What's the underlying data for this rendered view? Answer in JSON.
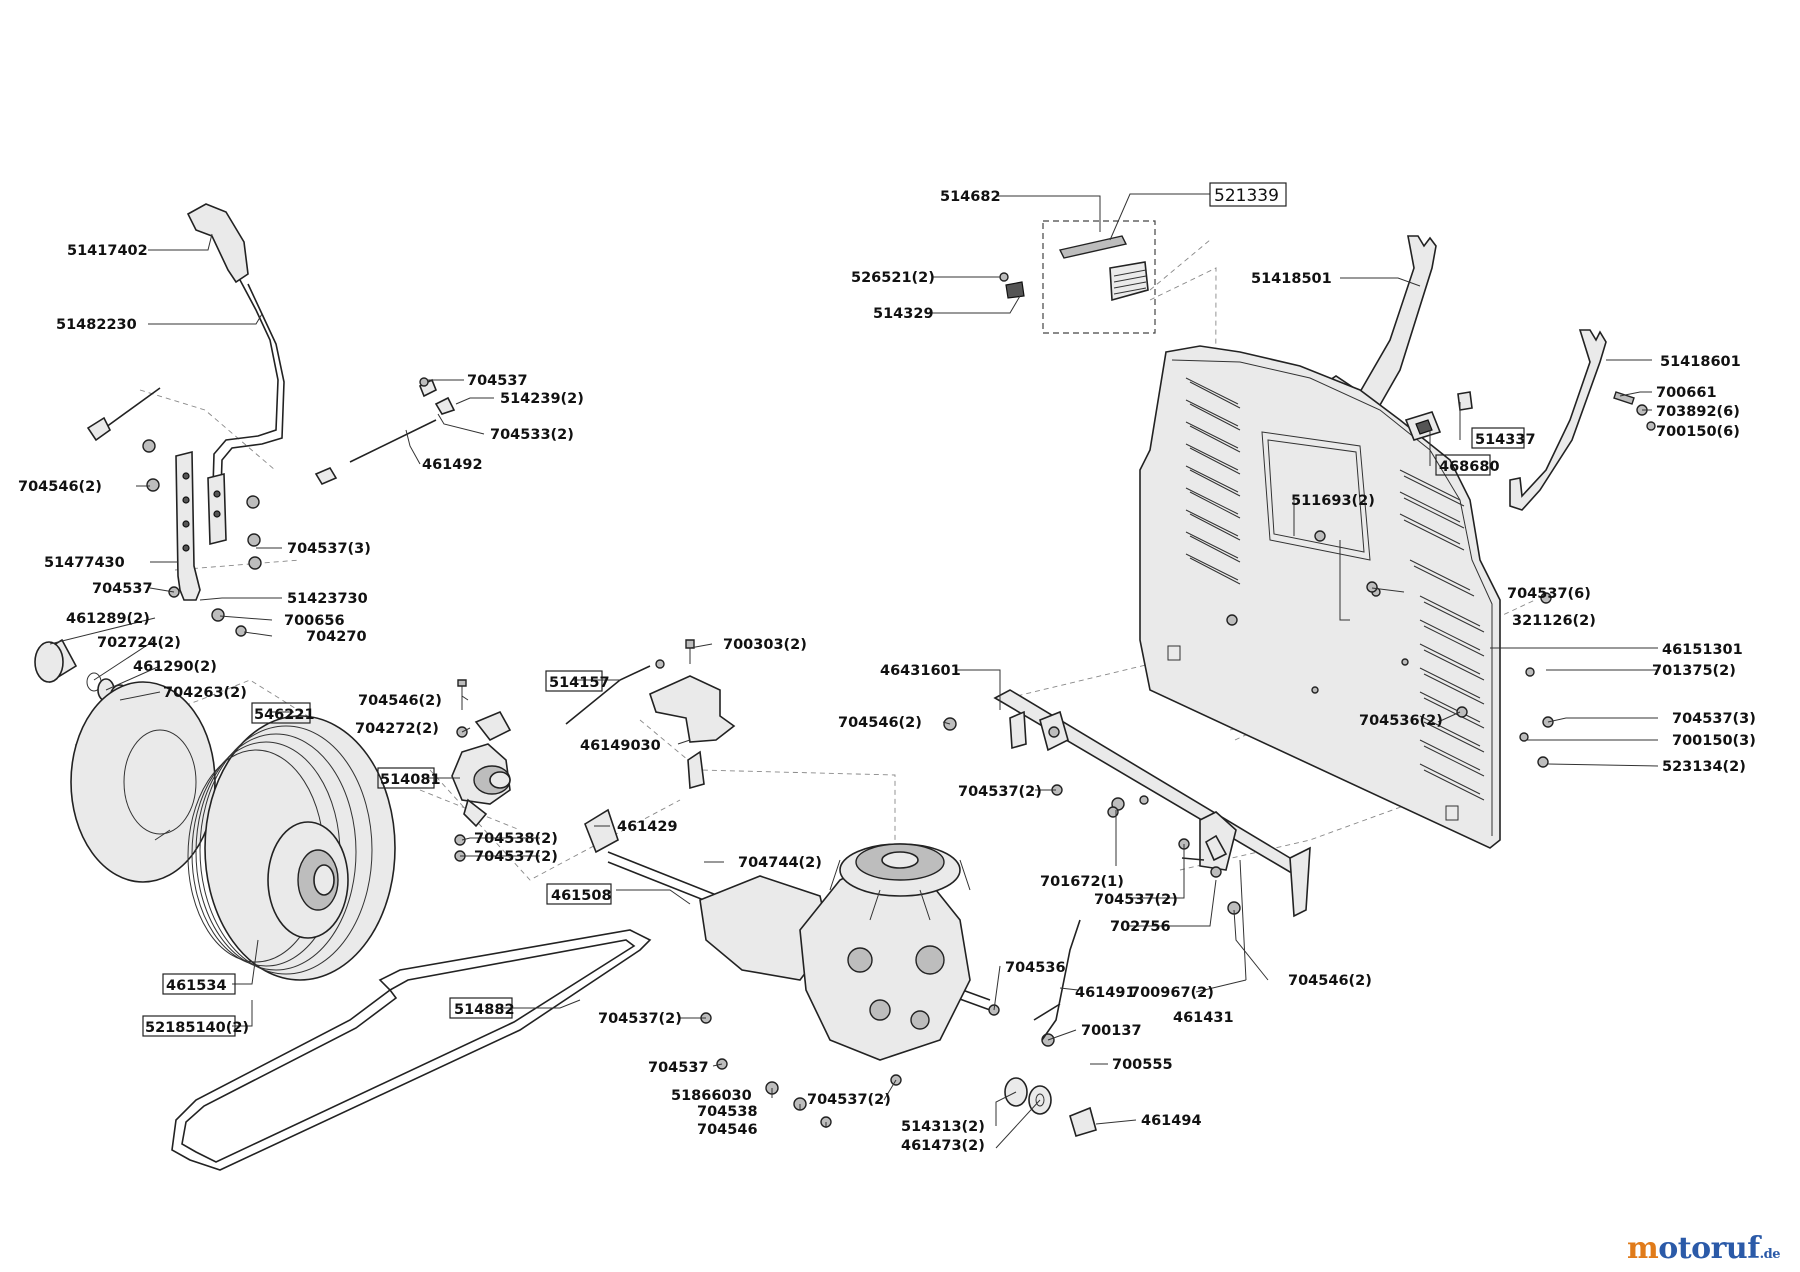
{
  "labels": [
    {
      "id": "514682",
      "text": "514682",
      "boxed": false
    },
    {
      "id": "521339",
      "text": "521339",
      "boxed": true
    },
    {
      "id": "526521",
      "text": "526521(2)",
      "boxed": false
    },
    {
      "id": "514329",
      "text": "514329",
      "boxed": false
    },
    {
      "id": "51418501",
      "text": "51418501",
      "boxed": false
    },
    {
      "id": "51418601",
      "text": "51418601",
      "boxed": false
    },
    {
      "id": "700661",
      "text": "700661",
      "boxed": false
    },
    {
      "id": "703892",
      "text": "703892(6)",
      "boxed": false
    },
    {
      "id": "700150-6",
      "text": "700150(6)",
      "boxed": false
    },
    {
      "id": "514337",
      "text": "514337",
      "boxed": true
    },
    {
      "id": "468680",
      "text": "468680",
      "boxed": true
    },
    {
      "id": "511693",
      "text": "511693(2)",
      "boxed": false
    },
    {
      "id": "704537-6",
      "text": "704537(6)",
      "boxed": false
    },
    {
      "id": "321126",
      "text": "321126(2)",
      "boxed": false
    },
    {
      "id": "46151301",
      "text": "46151301",
      "boxed": false
    },
    {
      "id": "701375",
      "text": "701375(2)",
      "boxed": false
    },
    {
      "id": "704537-3r",
      "text": "704537(3)",
      "boxed": false
    },
    {
      "id": "704536-2",
      "text": "704536(2)",
      "boxed": false
    },
    {
      "id": "700150-3",
      "text": "700150(3)",
      "boxed": false
    },
    {
      "id": "523134",
      "text": "523134(2)",
      "boxed": false
    },
    {
      "id": "46431601",
      "text": "46431601",
      "boxed": false
    },
    {
      "id": "704546-2m",
      "text": "704546(2)",
      "boxed": false
    },
    {
      "id": "704537-2m",
      "text": "704537(2)",
      "boxed": false
    },
    {
      "id": "701672",
      "text": "701672(1)",
      "boxed": false
    },
    {
      "id": "704537-2c",
      "text": "704537(2)",
      "boxed": false
    },
    {
      "id": "702756",
      "text": "702756",
      "boxed": false
    },
    {
      "id": "704546-2r",
      "text": "704546(2)",
      "boxed": false
    },
    {
      "id": "461431",
      "text": "461431",
      "boxed": false
    },
    {
      "id": "700967",
      "text": "700967(2)",
      "boxed": false
    },
    {
      "id": "461491",
      "text": "461491",
      "boxed": false
    },
    {
      "id": "704536",
      "text": "704536",
      "boxed": false
    },
    {
      "id": "700137",
      "text": "700137",
      "boxed": false
    },
    {
      "id": "700555",
      "text": "700555",
      "boxed": false
    },
    {
      "id": "461494",
      "text": "461494",
      "boxed": false
    },
    {
      "id": "514313",
      "text": "514313(2)",
      "boxed": false
    },
    {
      "id": "461473",
      "text": "461473(2)",
      "boxed": false
    },
    {
      "id": "704537-2b",
      "text": "704537(2)",
      "boxed": false
    },
    {
      "id": "51866030",
      "text": "51866030",
      "boxed": false
    },
    {
      "id": "704538",
      "text": "704538",
      "boxed": false
    },
    {
      "id": "704546-b",
      "text": "704546",
      "boxed": false
    },
    {
      "id": "704537-b",
      "text": "704537",
      "boxed": false
    },
    {
      "id": "704537-2g",
      "text": "704537(2)",
      "boxed": false
    },
    {
      "id": "704744",
      "text": "704744(2)",
      "boxed": false
    },
    {
      "id": "461508",
      "text": "461508",
      "boxed": true
    },
    {
      "id": "461429",
      "text": "461429",
      "boxed": false
    },
    {
      "id": "704538-2",
      "text": "704538(2)",
      "boxed": false
    },
    {
      "id": "704537-2w",
      "text": "704537(2)",
      "boxed": false
    },
    {
      "id": "514081",
      "text": "514081",
      "boxed": true
    },
    {
      "id": "704272",
      "text": "704272(2)",
      "boxed": false
    },
    {
      "id": "704546-2w",
      "text": "704546(2)",
      "boxed": false
    },
    {
      "id": "546221",
      "text": "546221",
      "boxed": true
    },
    {
      "id": "514157",
      "text": "514157",
      "boxed": true
    },
    {
      "id": "700303",
      "text": "700303(2)",
      "boxed": false
    },
    {
      "id": "46149030",
      "text": "46149030",
      "boxed": false
    },
    {
      "id": "514882",
      "text": "514882",
      "boxed": true
    },
    {
      "id": "461534",
      "text": "461534",
      "boxed": true
    },
    {
      "id": "52185140",
      "text": "52185140(2)",
      "boxed": true
    },
    {
      "id": "704263",
      "text": "704263(2)",
      "boxed": false
    },
    {
      "id": "461290",
      "text": "461290(2)",
      "boxed": false
    },
    {
      "id": "702724",
      "text": "702724(2)",
      "boxed": false
    },
    {
      "id": "461289",
      "text": "461289(2)",
      "boxed": false
    },
    {
      "id": "704270",
      "text": "704270",
      "boxed": false
    },
    {
      "id": "700656",
      "text": "700656",
      "boxed": false
    },
    {
      "id": "51423730",
      "text": "51423730",
      "boxed": false
    },
    {
      "id": "704537-l",
      "text": "704537",
      "boxed": false
    },
    {
      "id": "51477430",
      "text": "51477430",
      "boxed": false
    },
    {
      "id": "704537-3l",
      "text": "704537(3)",
      "boxed": false
    },
    {
      "id": "704546-2l",
      "text": "704546(2)",
      "boxed": false
    },
    {
      "id": "461492",
      "text": "461492",
      "boxed": false
    },
    {
      "id": "704533",
      "text": "704533(2)",
      "boxed": false
    },
    {
      "id": "514239",
      "text": "514239(2)",
      "boxed": false
    },
    {
      "id": "704537-t",
      "text": "704537",
      "boxed": false
    },
    {
      "id": "51482230",
      "text": "51482230",
      "boxed": false
    },
    {
      "id": "51417402",
      "text": "51417402",
      "boxed": false
    }
  ],
  "brand": {
    "first": "m",
    "rest": "otoruf",
    "tld": ".de"
  }
}
